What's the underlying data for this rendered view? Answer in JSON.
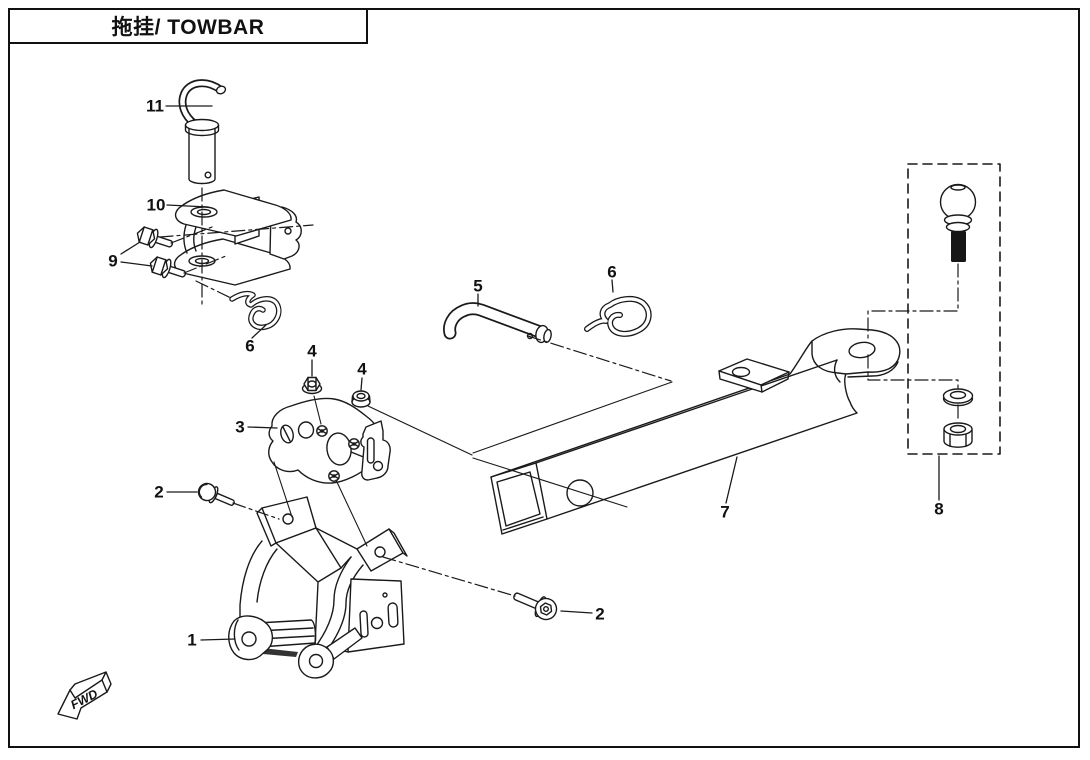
{
  "title_block": {
    "title": "拖挂/ TOWBAR"
  },
  "orientation_marker": {
    "label": "FWD"
  },
  "diagram": {
    "callouts": [
      {
        "part": "11"
      },
      {
        "part": "10"
      },
      {
        "part": "9"
      },
      {
        "part": "6"
      },
      {
        "part": "4"
      },
      {
        "part": "4"
      },
      {
        "part": "3"
      },
      {
        "part": "2"
      },
      {
        "part": "1"
      },
      {
        "part": "2"
      },
      {
        "part": "5"
      },
      {
        "part": "6"
      },
      {
        "part": "7"
      },
      {
        "part": "8"
      }
    ]
  },
  "colors": {
    "line": "#1a1a1a",
    "background": "#ffffff"
  }
}
